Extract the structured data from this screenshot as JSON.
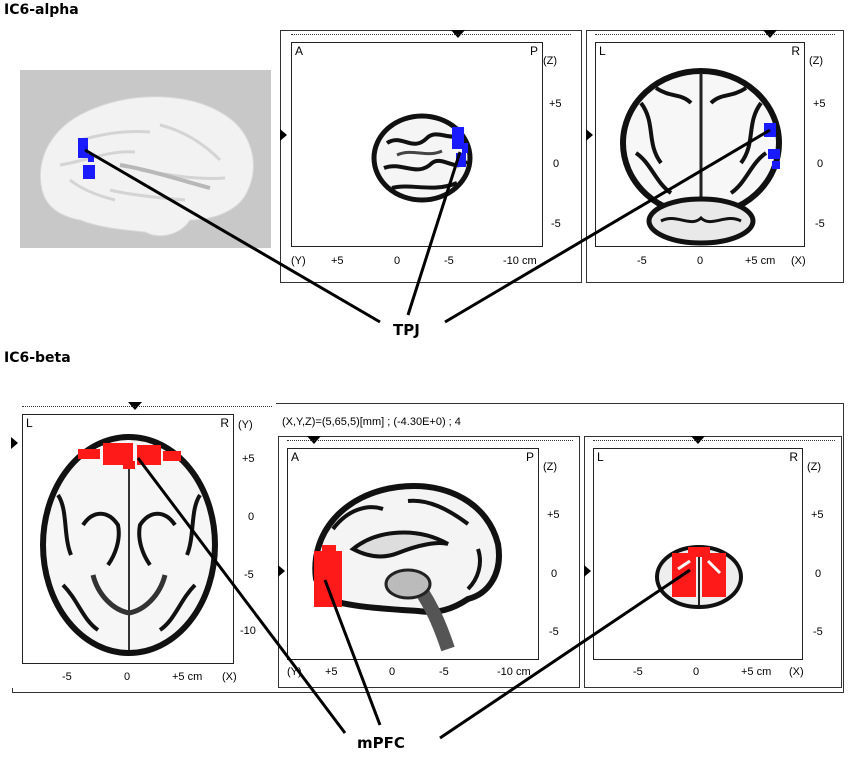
{
  "top": {
    "title": "IC6-alpha",
    "sagittal": {
      "corner_left": "A",
      "corner_right": "P",
      "axis_right": "(Z)",
      "axis_left": "(Y)",
      "z_ticks": [
        "+5",
        "0",
        "-5"
      ],
      "y_ticks": [
        "+5",
        "0",
        "-5",
        "-10 cm"
      ]
    },
    "coronal": {
      "corner_left": "L",
      "corner_right": "R",
      "axis_right": "(Z)",
      "axis_left": "(X)",
      "z_ticks": [
        "+5",
        "0",
        "-5"
      ],
      "x_ticks": [
        "-5",
        "0",
        "+5 cm"
      ]
    },
    "callout": "TPJ",
    "blob_color": "#1a1aff"
  },
  "bottom": {
    "title": "IC6-beta",
    "readout": "(X,Y,Z)=(5,65,5)[mm] ; (-4.30E+0) ; 4",
    "axial": {
      "corner_left": "L",
      "corner_right": "R",
      "axis_right": "(Y)",
      "axis_x": "(X)",
      "y_ticks": [
        "+5",
        "0",
        "-5",
        "-10"
      ],
      "x_ticks": [
        "-5",
        "0",
        "+5 cm"
      ]
    },
    "sagittal": {
      "corner_left": "A",
      "corner_right": "P",
      "axis_right": "(Z)",
      "axis_left": "(Y)",
      "z_ticks": [
        "+5",
        "0",
        "-5"
      ],
      "y_ticks": [
        "+5",
        "0",
        "-5",
        "-10 cm"
      ]
    },
    "coronal": {
      "corner_left": "L",
      "corner_right": "R",
      "axis_right": "(Z)",
      "axis_left": "(X)",
      "z_ticks": [
        "+5",
        "0",
        "-5"
      ],
      "x_ticks": [
        "-5",
        "0",
        "+5 cm"
      ]
    },
    "callout": "mPFC",
    "blob_color": "#ff1a1a"
  }
}
